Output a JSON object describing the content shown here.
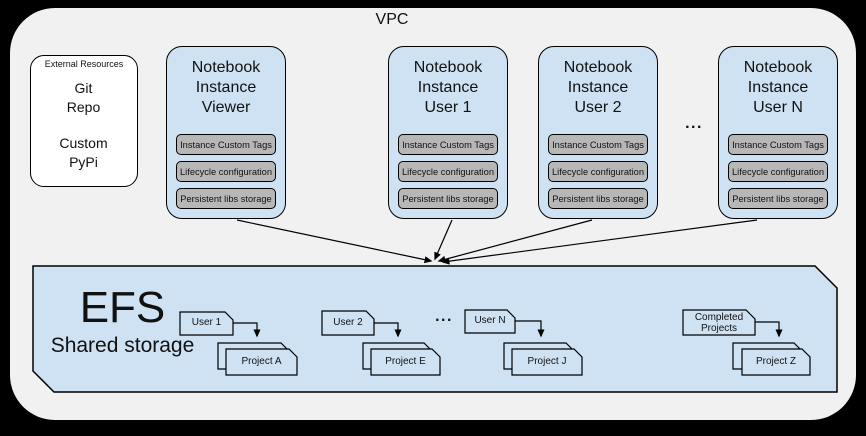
{
  "colors": {
    "background": "#000000",
    "vpc_fill": "#f1f1f2",
    "node_blue": "#cfe2f3",
    "chip_gray": "#b7b7b7",
    "line": "#000000"
  },
  "vpc": {
    "label": "VPC"
  },
  "external_resources": {
    "label": "External Resources",
    "git_repo": {
      "line1": "Git",
      "line2": "Repo"
    },
    "custom_pypi": {
      "line1": "Custom",
      "line2": "PyPi"
    }
  },
  "notebooks": [
    {
      "line1": "Notebook",
      "line2": "Instance",
      "line3": "Viewer",
      "chip1": "Instance Custom Tags",
      "chip2": "Lifecycle configuration",
      "chip3": "Persistent libs storage"
    },
    {
      "line1": "Notebook",
      "line2": "Instance",
      "line3": "User 1",
      "chip1": "Instance Custom Tags",
      "chip2": "Lifecycle configuration",
      "chip3": "Persistent libs storage"
    },
    {
      "line1": "Notebook",
      "line2": "Instance",
      "line3": "User 2",
      "chip1": "Instance Custom Tags",
      "chip2": "Lifecycle configuration",
      "chip3": "Persistent libs storage"
    },
    {
      "line1": "Notebook",
      "line2": "Instance",
      "line3": "User N",
      "chip1": "Instance Custom Tags",
      "chip2": "Lifecycle configuration",
      "chip3": "Persistent libs storage"
    }
  ],
  "ellipsis_notebooks": "...",
  "efs": {
    "title": "EFS",
    "subtitle": "Shared storage",
    "ellipsis": "...",
    "flows": [
      {
        "source": "User 1",
        "project": "Project A"
      },
      {
        "source": "User 2",
        "project": "Project E"
      },
      {
        "source": "User N",
        "project": "Project J"
      },
      {
        "source": "Completed Projects",
        "project": "Project Z"
      }
    ]
  }
}
